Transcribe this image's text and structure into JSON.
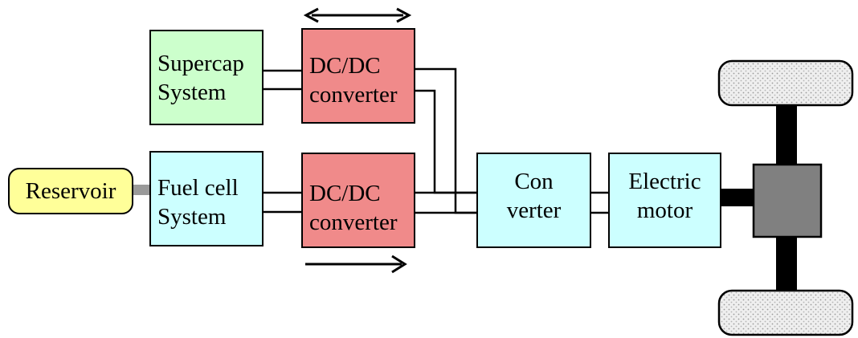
{
  "reservoir": {
    "label": "Reservoir"
  },
  "supercap": {
    "line1": "Supercap",
    "line2": "System"
  },
  "fuel_cell": {
    "line1": "Fuel cell",
    "line2": "System"
  },
  "dcdc_top": {
    "line1": "DC/DC",
    "line2": "converter"
  },
  "dcdc_bottom": {
    "line1": "DC/DC",
    "line2": "converter"
  },
  "converter": {
    "line1": "Con",
    "line2": "verter"
  },
  "motor": {
    "line1": "Electric",
    "line2": "motor"
  },
  "colors": {
    "supercap": "#ccffcc",
    "dcdc": "#f08a8a",
    "system": "#ccffff",
    "reservoir": "#ffff99",
    "axle_box": "#808080",
    "wheel": "#e8e8e8"
  }
}
